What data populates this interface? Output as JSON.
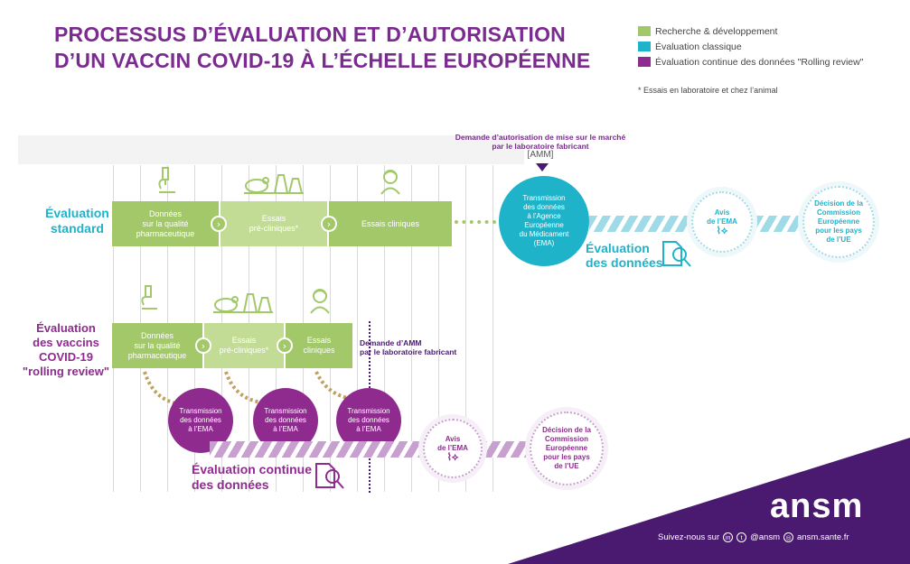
{
  "title": {
    "line1": "PROCESSUS D’ÉVALUATION ET D’AUTORISATION",
    "line2": "D’UN VACCIN COVID-19 À L’ÉCHELLE EUROPÉENNE"
  },
  "legend": {
    "items": [
      {
        "label": "Recherche & développement",
        "color": "#a3c86a"
      },
      {
        "label": "Évaluation classique",
        "color": "#1fb3c9"
      },
      {
        "label": "Évaluation continue des données \"Rolling review\"",
        "color": "#8f2b8f"
      }
    ],
    "footnote": "* Essais en laboratoire et chez l’animal"
  },
  "standard": {
    "label_line1": "Évaluation",
    "label_line2": "standard",
    "steps": [
      {
        "line1": "Données",
        "line2": "sur la qualité",
        "line3": "pharmaceutique",
        "icon": "microscope-icon"
      },
      {
        "line1": "Essais",
        "line2": "pré-cliniques*",
        "icon": "lab-animal-icon"
      },
      {
        "line1": "Essais cliniques",
        "icon": "doctor-icon"
      }
    ],
    "amm_request_line1": "Demande d’autorisation de mise sur le marché",
    "amm_request_line2": "par le laboratoire fabricant",
    "amm_tag": "[AMM]",
    "transmission": [
      "Transmission",
      "des données",
      "à l’Agence",
      "Européenne",
      "du Médicament",
      "(EMA)"
    ],
    "eval_line1": "Évaluation",
    "eval_line2": "des données",
    "avis": [
      "Avis",
      "de l’EMA"
    ],
    "decision": [
      "Décision de la",
      "Commission",
      "Européenne",
      "pour les pays",
      "de l’UE"
    ]
  },
  "rolling": {
    "label_line1": "Évaluation",
    "label_line2": "des vaccins",
    "label_line3": "COVID-19",
    "label_line4": "\"rolling review\"",
    "steps": [
      {
        "line1": "Données",
        "line2": "sur la qualité",
        "line3": "pharmaceutique",
        "icon": "microscope-icon"
      },
      {
        "line1": "Essais",
        "line2": "pré-cliniques*",
        "icon": "lab-animal-icon"
      },
      {
        "line1": "Essais",
        "line2": "cliniques",
        "icon": "doctor-icon"
      }
    ],
    "amm_request_line1": "Demande d’AMM",
    "amm_request_line2": "par le laboratoire fabricant",
    "transmission": [
      "Transmission",
      "des données",
      "à l’EMA"
    ],
    "eval_line1": "Évaluation continue",
    "eval_line2": "des données",
    "avis": [
      "Avis",
      "de l’EMA"
    ],
    "decision": [
      "Décision de la",
      "Commission",
      "Européenne",
      "pour les pays",
      "de l’UE"
    ]
  },
  "footer": {
    "logo": "ansm",
    "follow": "Suivez-nous sur",
    "handle": "@ansm",
    "site": "ansm.sante.fr"
  }
}
